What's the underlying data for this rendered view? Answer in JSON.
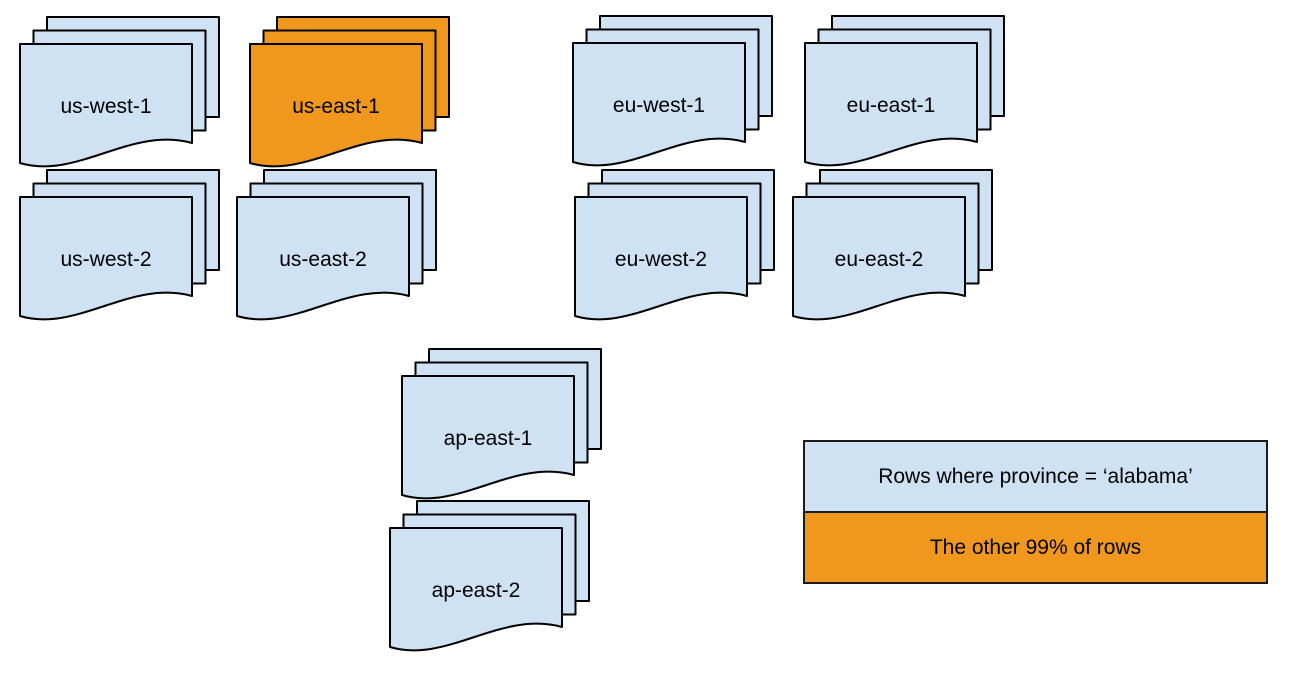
{
  "diagram": {
    "title_hint": "document stacks per cloud region",
    "palette": {
      "doc_blue": "#cfe2f3",
      "doc_orange": "#f0981e",
      "stroke": "#000000",
      "background": "#ffffff"
    },
    "stacks": [
      {
        "label": "us-west-1",
        "color": "blue"
      },
      {
        "label": "us-east-1",
        "color": "orange"
      },
      {
        "label": "us-west-2",
        "color": "blue"
      },
      {
        "label": "us-east-2",
        "color": "blue"
      },
      {
        "label": "eu-west-1",
        "color": "blue"
      },
      {
        "label": "eu-east-1",
        "color": "blue"
      },
      {
        "label": "eu-west-2",
        "color": "blue"
      },
      {
        "label": "eu-east-2",
        "color": "blue"
      },
      {
        "label": "ap-east-1",
        "color": "blue"
      },
      {
        "label": "ap-east-2",
        "color": "blue"
      }
    ],
    "legend": {
      "items": [
        {
          "label": "Rows where province = ‘alabama’",
          "color": "blue"
        },
        {
          "label": "The other 99% of rows",
          "color": "orange"
        }
      ]
    }
  }
}
